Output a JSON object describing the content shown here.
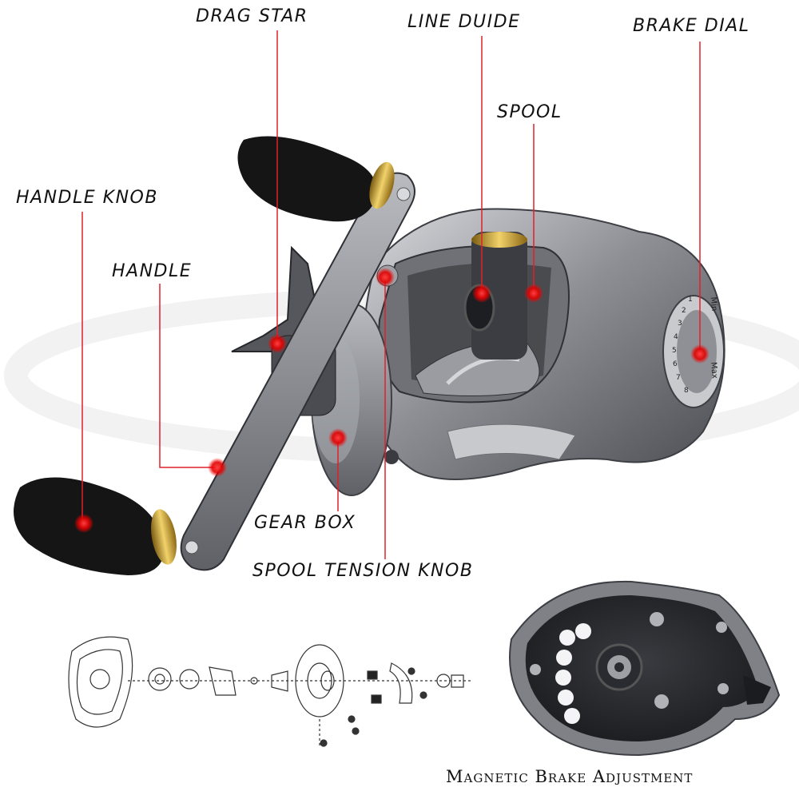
{
  "callouts": {
    "drag_star": "DRAG STAR",
    "line_guide": "LINE DUIDE",
    "brake_dial": "BRAKE DIAL",
    "spool": "SPOOL",
    "handle_knob": "HANDLE KNOB",
    "handle": "HANDLE",
    "gear_box": "GEAR BOX",
    "spool_tension_knob": "SPOOL TENSION KNOB"
  },
  "brake_dial_markings": {
    "min": "Min",
    "max": "Max",
    "numbers": [
      "1",
      "2",
      "3",
      "4",
      "5",
      "6",
      "7",
      "8"
    ]
  },
  "inset_caption": "Magnetic Brake Adjustment",
  "colors": {
    "callout_line": "#e0202a",
    "callout_dot": "#ff1a1a",
    "reel_metal": "#8f9197",
    "knob_black": "#151515",
    "gold_accent": "#c9a227"
  }
}
